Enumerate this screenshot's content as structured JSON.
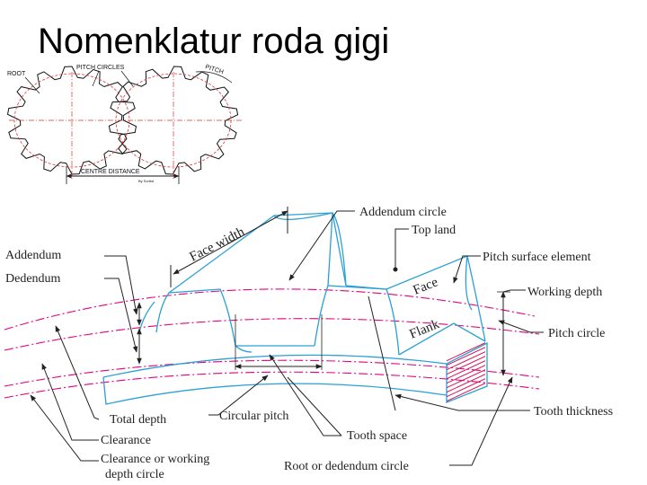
{
  "slide": {
    "title": "Nomenklatur roda gigi"
  },
  "colors": {
    "outline": "#2aa0d6",
    "pitch": "#e6007e",
    "ink": "#222222",
    "hatch": "#d4145a"
  },
  "small_diagram": {
    "root": "ROOT",
    "pitch_circles": "PITCH CIRCLES",
    "pitch": "PITCH",
    "centre_distance": "CENTRE DISTANCE",
    "watermark": "By Scribd"
  },
  "main_diagram": {
    "face_width": "Face width",
    "addendum_circle": "Addendum circle",
    "top_land": "Top land",
    "pitch_surface_element": "Pitch surface element",
    "working_depth": "Working depth",
    "pitch_circle": "Pitch circle",
    "addendum": "Addendum",
    "dedendum": "Dedendum",
    "face": "Face",
    "flank": "Flank",
    "total_depth": "Total depth",
    "circular_pitch": "Circular pitch",
    "tooth_thickness": "Tooth thickness",
    "clearance": "Clearance",
    "tooth_space": "Tooth space",
    "clearance_or_working": "Clearance or working",
    "depth_circle": "depth circle",
    "root_circle": "Root or dedendum circle"
  }
}
